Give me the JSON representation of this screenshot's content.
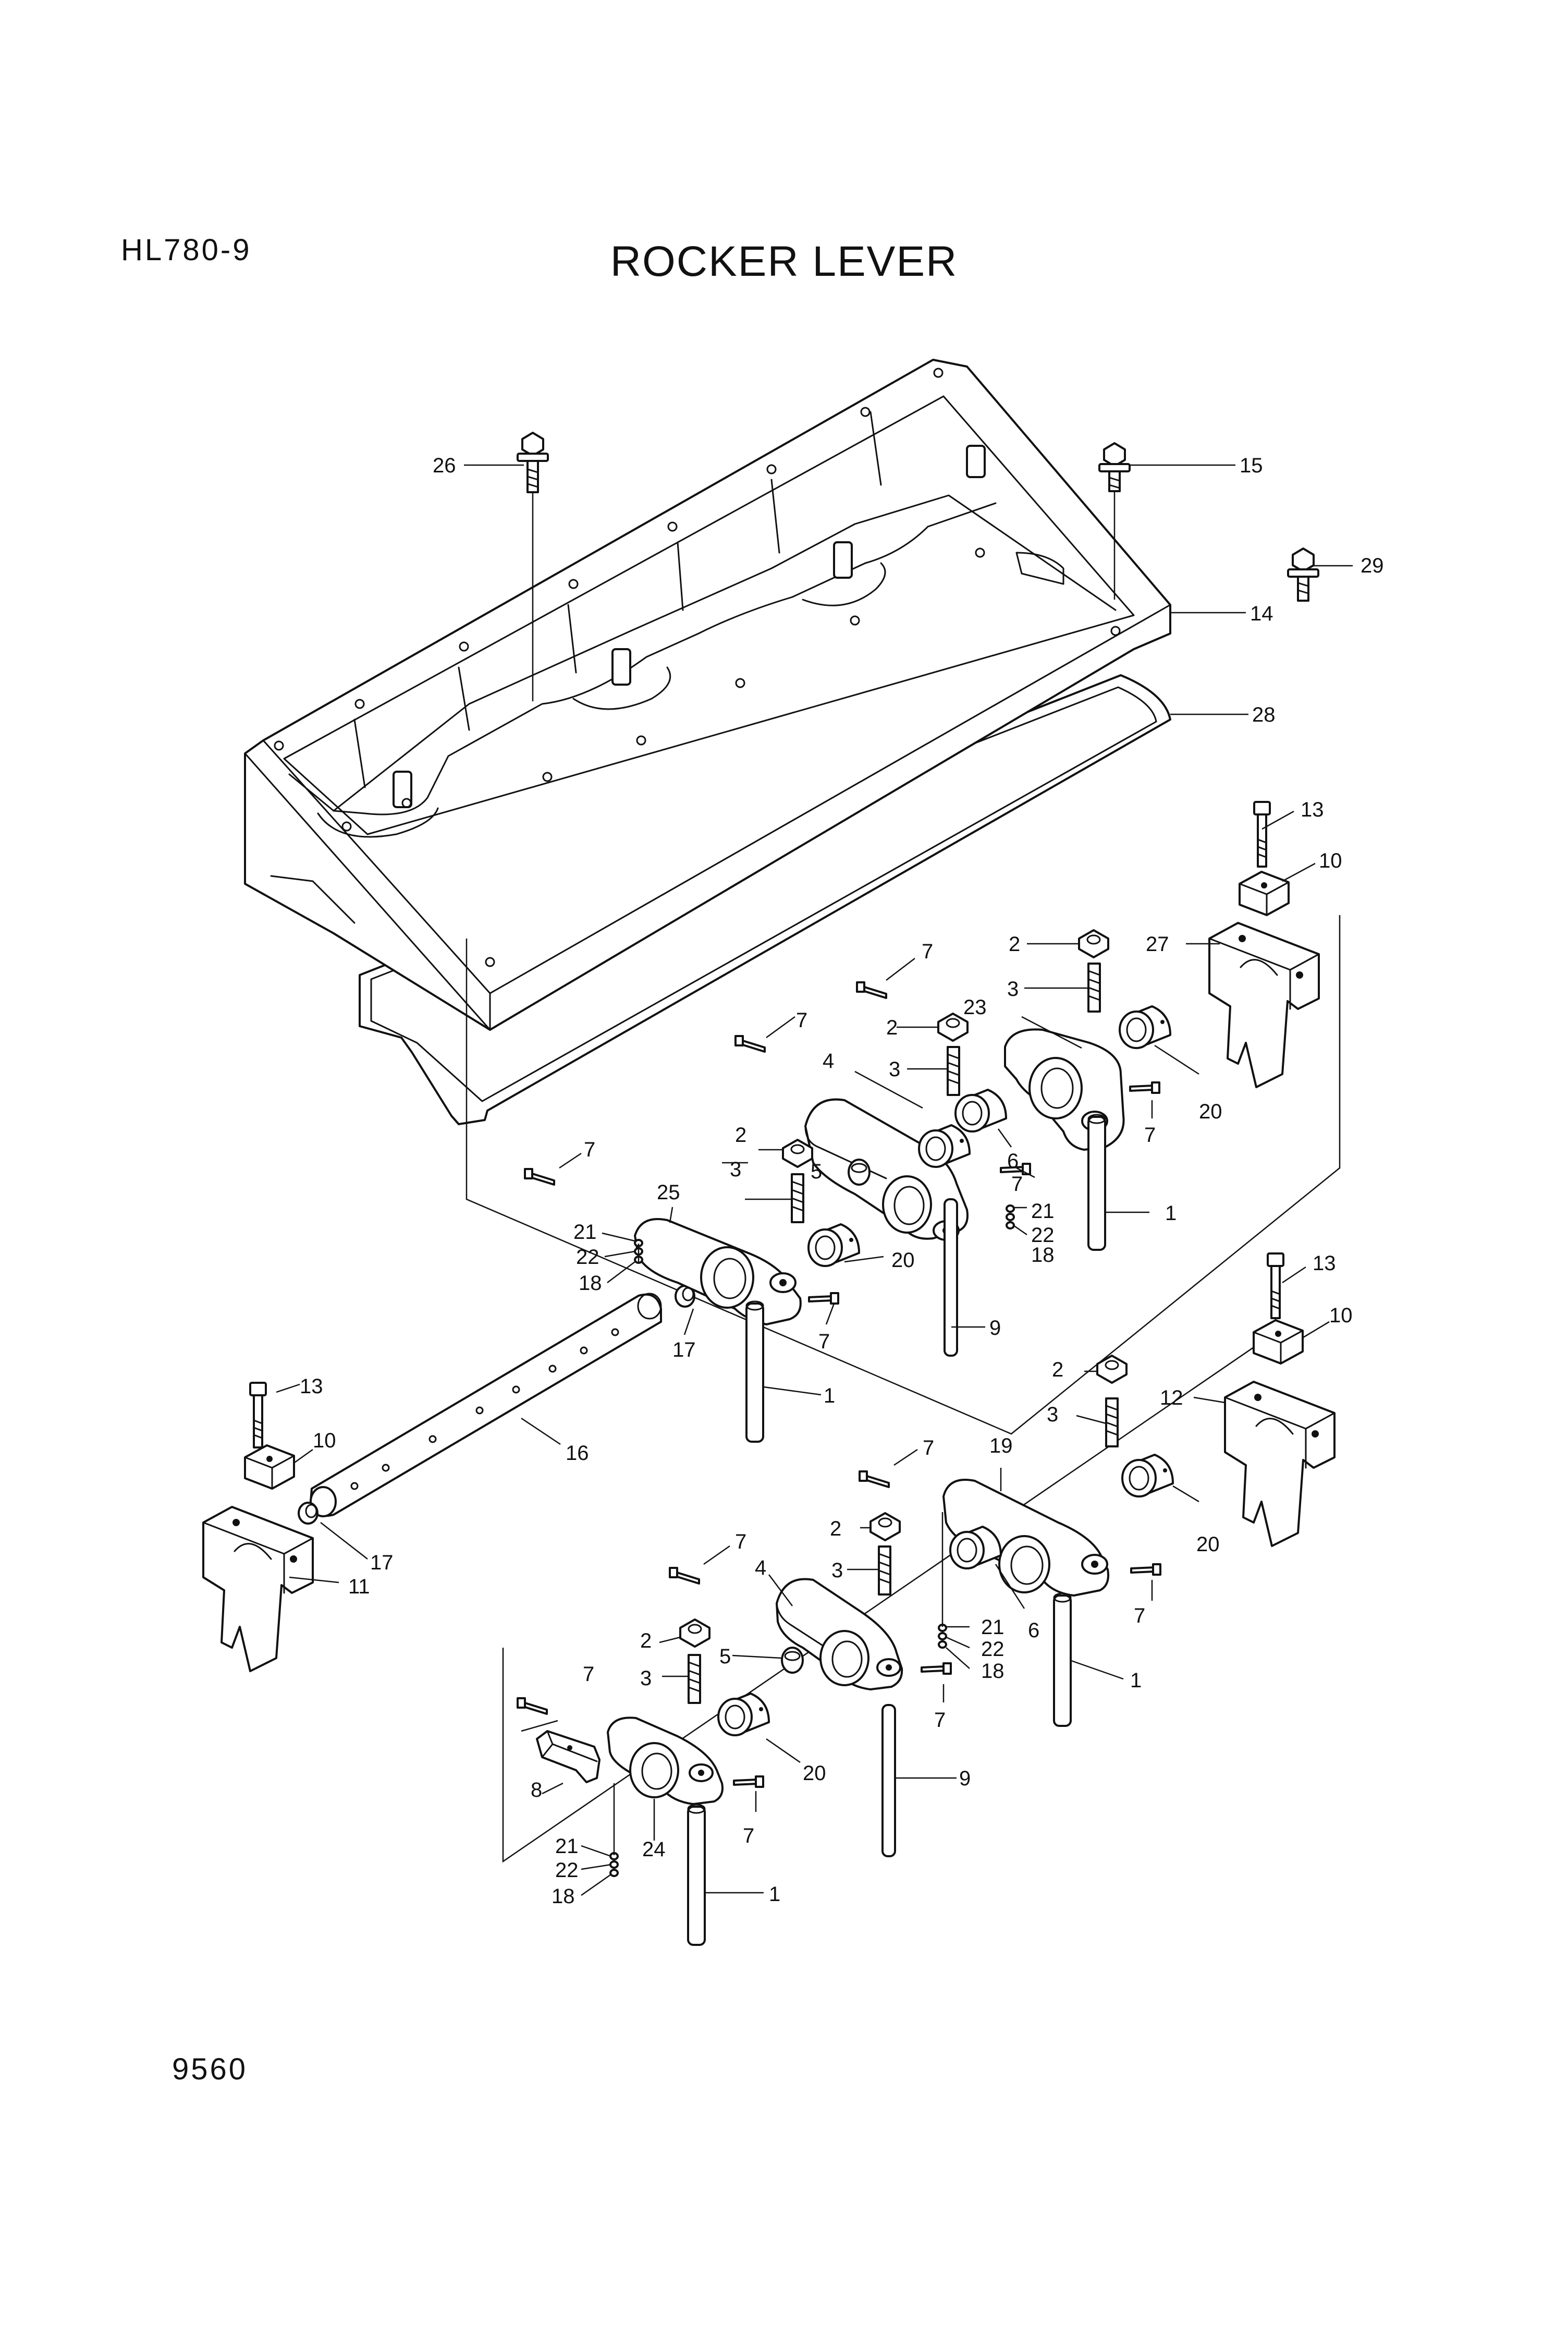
{
  "header": {
    "model": "HL780-9",
    "title": "ROCKER LEVER"
  },
  "footer": {
    "page_number": "9560"
  },
  "callouts": {
    "c1a": "1",
    "c1b": "1",
    "c1c": "1",
    "c1d": "1",
    "c2a": "2",
    "c2b": "2",
    "c2c": "2",
    "c2d": "2",
    "c2e": "2",
    "c2f": "2",
    "c3a": "3",
    "c3b": "3",
    "c3c": "3",
    "c3d": "3",
    "c3e": "3",
    "c3f": "3",
    "c4a": "4",
    "c4b": "4",
    "c5a": "5",
    "c5b": "5",
    "c6a": "6",
    "c6b": "6",
    "c7a": "7",
    "c7b": "7",
    "c7c": "7",
    "c7d": "7",
    "c7e": "7",
    "c7f": "7",
    "c7g": "7",
    "c7h": "7",
    "c7i": "7",
    "c7j": "7",
    "c7k": "7",
    "c7l": "7",
    "c8": "8",
    "c9a": "9",
    "c9b": "9",
    "c10a": "10",
    "c10b": "10",
    "c10c": "10",
    "c11": "11",
    "c12": "12",
    "c13a": "13",
    "c13b": "13",
    "c13c": "13",
    "c14": "14",
    "c15": "15",
    "c16": "16",
    "c17a": "17",
    "c17b": "17",
    "c18a": "18",
    "c18b": "18",
    "c18c": "18",
    "c18d": "18",
    "c19": "19",
    "c20a": "20",
    "c20b": "20",
    "c20c": "20",
    "c20d": "20",
    "c21a": "21",
    "c21b": "21",
    "c21c": "21",
    "c21d": "21",
    "c22a": "22",
    "c22b": "22",
    "c22c": "22",
    "c22d": "22",
    "c23": "23",
    "c24": "24",
    "c25": "25",
    "c26": "26",
    "c27": "27",
    "c28": "28",
    "c29": "29"
  }
}
